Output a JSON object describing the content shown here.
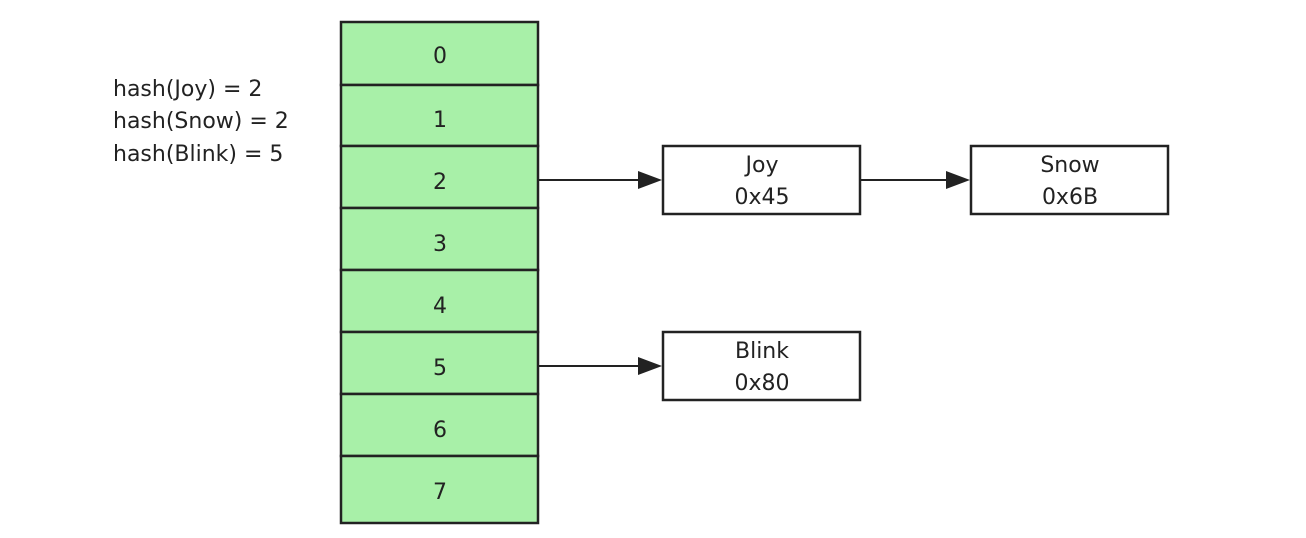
{
  "hash_equations": [
    "hash(Joy) = 2",
    "hash(Snow) = 2",
    "hash(Blink) = 5"
  ],
  "table_slots": [
    "0",
    "1",
    "2",
    "3",
    "4",
    "5",
    "6",
    "7"
  ],
  "nodes": {
    "joy": {
      "name": "Joy",
      "address": "0x45"
    },
    "snow": {
      "name": "Snow",
      "address": "0x6B"
    },
    "blink": {
      "name": "Blink",
      "address": "0x80"
    }
  },
  "edges": [
    {
      "from": "slot-2",
      "to": "joy"
    },
    {
      "from": "joy",
      "to": "snow"
    },
    {
      "from": "slot-5",
      "to": "blink"
    }
  ],
  "colors": {
    "slot_fill": "#a8f0a8",
    "stroke": "#222222",
    "text": "#222222",
    "node_fill": "#ffffff"
  }
}
